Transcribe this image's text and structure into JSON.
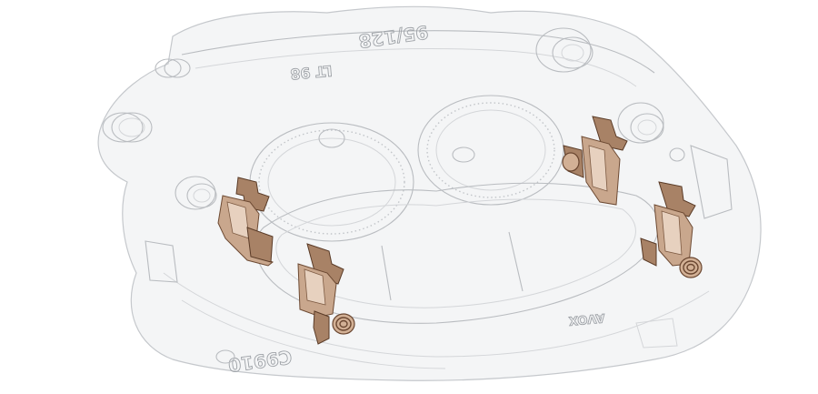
{
  "image": {
    "description_label": "",
    "embossed_text": {
      "top": "95/128",
      "left_mid": "LT 98",
      "bottom_left": "C9910",
      "bottom_right": "AVOX"
    },
    "colors": {
      "background": "#ffffff",
      "caliper_line": "#b9bcc0",
      "clip_copper": "#c9a78d",
      "clip_outline": "#6d4a33"
    }
  }
}
